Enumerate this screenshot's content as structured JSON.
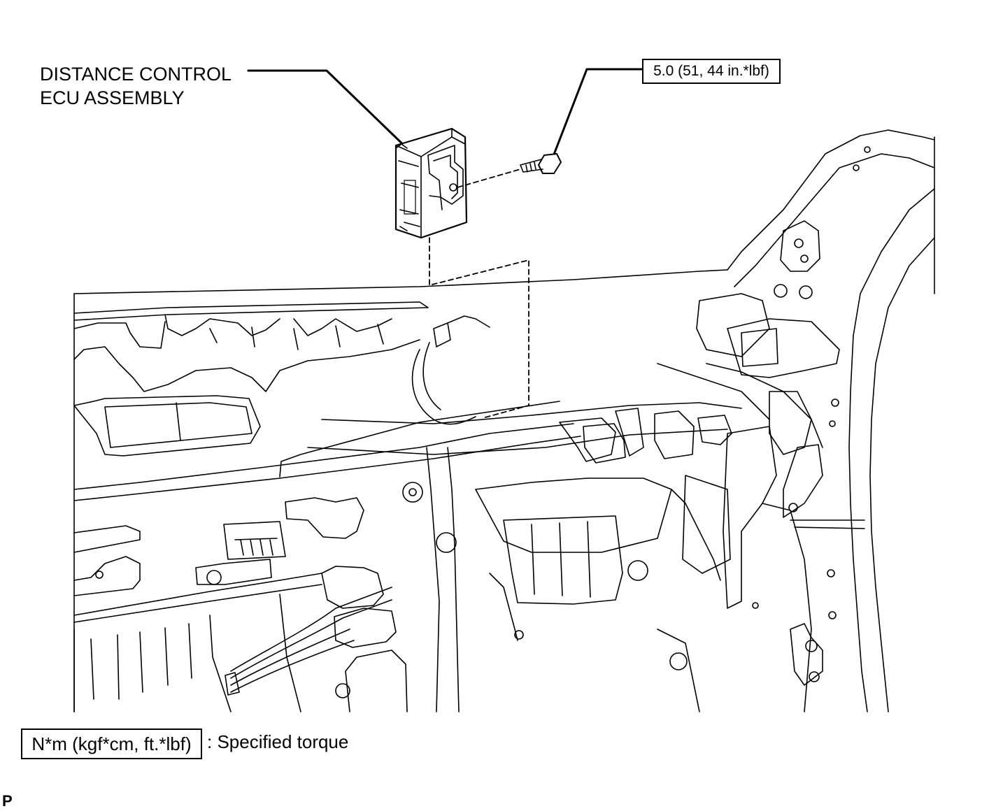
{
  "callouts": {
    "ecu_line1": "DISTANCE CONTROL",
    "ecu_line2": "ECU ASSEMBLY",
    "torque_value": "5.0 (51, 44 in.*lbf)"
  },
  "legend": {
    "torque_unit": "N*m (kgf*cm, ft.*lbf)",
    "description": ": Specified torque"
  },
  "corner_mark": "P"
}
